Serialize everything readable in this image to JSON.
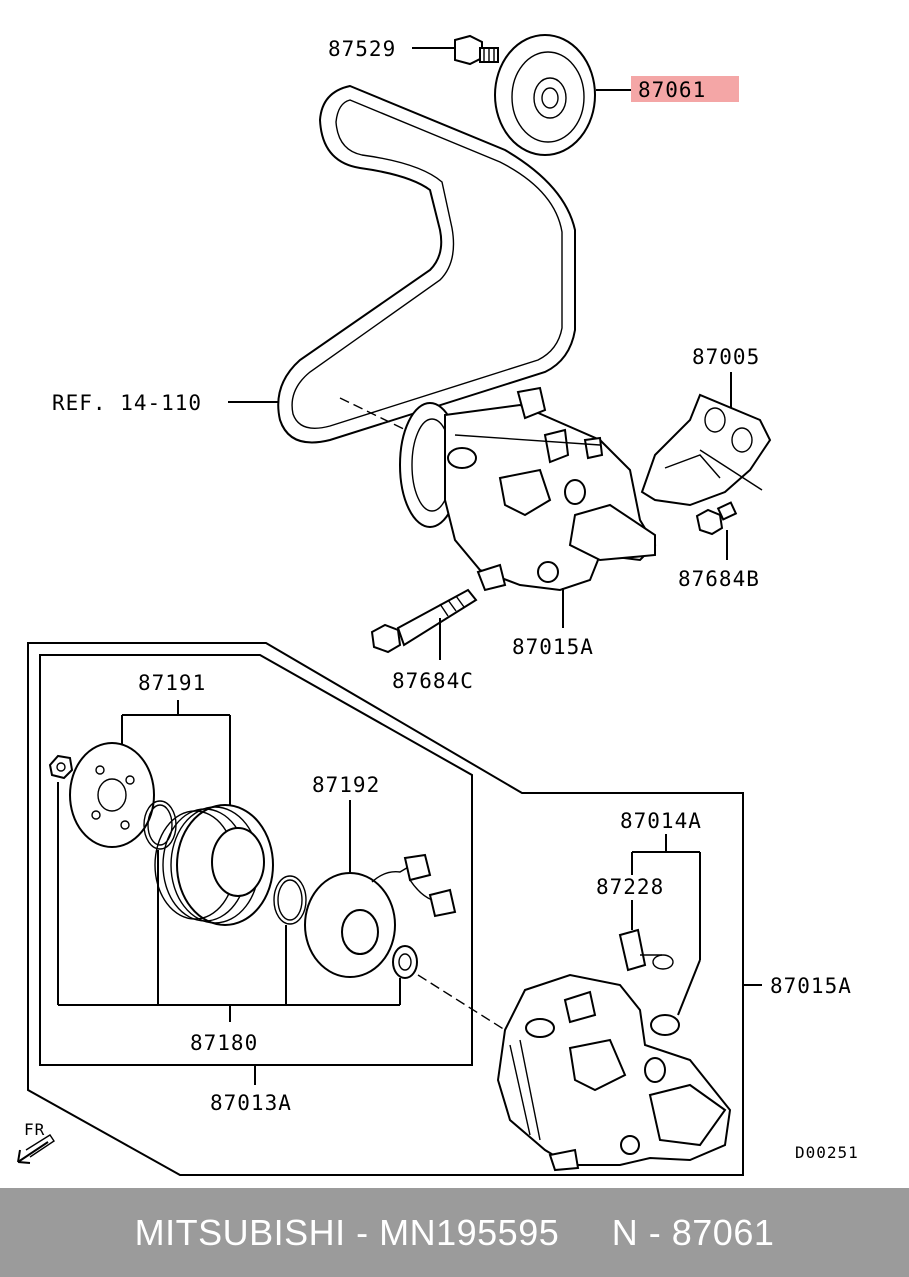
{
  "labels": {
    "p87529": "87529",
    "p87061": "87061",
    "ref": "REF. 14-110",
    "p87005": "87005",
    "p87684b": "87684B",
    "p87015a_top": "87015A",
    "p87684c": "87684C",
    "p87191": "87191",
    "p87192": "87192",
    "p87014a": "87014A",
    "p87228": "87228",
    "p87015a_side": "87015A",
    "p87180": "87180",
    "p87013a": "87013A",
    "fr": "FR",
    "code": "D00251"
  },
  "highlight_color": "#f4a6a6",
  "footer": {
    "text": "MITSUBISHI - MN195595     N - 87061"
  }
}
